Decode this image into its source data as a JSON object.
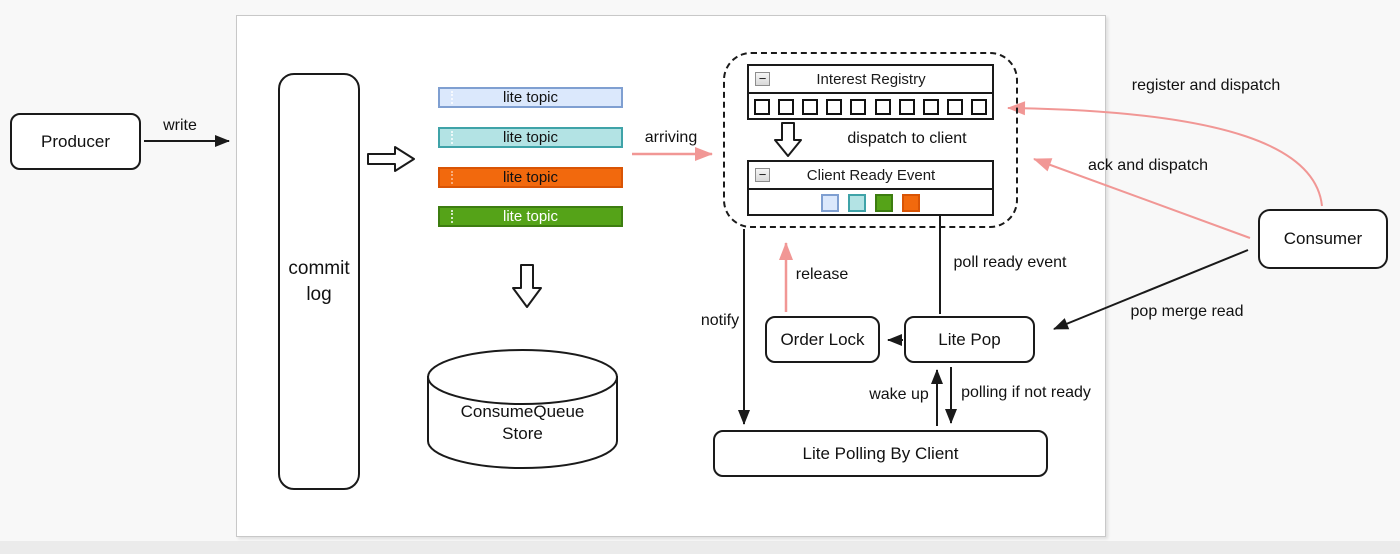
{
  "nodes": {
    "producer": {
      "label": "Producer"
    },
    "commit_log": {
      "label": "commit log"
    },
    "lite_topics": [
      {
        "label": "lite topic",
        "fill": "#dbe8fc",
        "border": "#7f9fd1",
        "text_color": "#111111"
      },
      {
        "label": "lite topic",
        "fill": "#b3e3e4",
        "border": "#3fa3a8",
        "text_color": "#111111"
      },
      {
        "label": "lite topic",
        "fill": "#f2690d",
        "border": "#d95405",
        "text_color": "#111111"
      },
      {
        "label": "lite topic",
        "fill": "#55a318",
        "border": "#3d7d10",
        "text_color": "#ffffff"
      }
    ],
    "consume_queue_store": {
      "label": "ConsumeQueue Store"
    },
    "interest_registry": {
      "title": "Interest Registry",
      "slot_count": 10
    },
    "client_ready_event": {
      "title": "Client Ready Event",
      "square_colors": [
        "#dbe8fc",
        "#b3e3e4",
        "#55a318",
        "#f2690d"
      ]
    },
    "order_lock": {
      "label": "Order Lock"
    },
    "lite_pop": {
      "label": "Lite Pop"
    },
    "lite_polling": {
      "label": "Lite Polling By Client"
    },
    "consumer": {
      "label": "Consumer"
    }
  },
  "edges": {
    "write": "write",
    "arriving": "arriving",
    "dispatch_to_client": "dispatch to client",
    "register_and_dispatch": "register and dispatch",
    "ack_and_dispatch": "ack and dispatch",
    "pop_merge_read": "pop merge read",
    "poll_ready_event": "poll ready event",
    "release": "release",
    "notify": "notify",
    "wake_up": "wake up",
    "polling_if_not_ready": "polling if not ready"
  },
  "icons": {
    "collapse_minus": "−"
  },
  "colors": {
    "black_arrow": "#1a1a1a",
    "pink_arrow": "#f19795",
    "frame_border": "#c8c8c8",
    "background": "#f8f8f8"
  }
}
